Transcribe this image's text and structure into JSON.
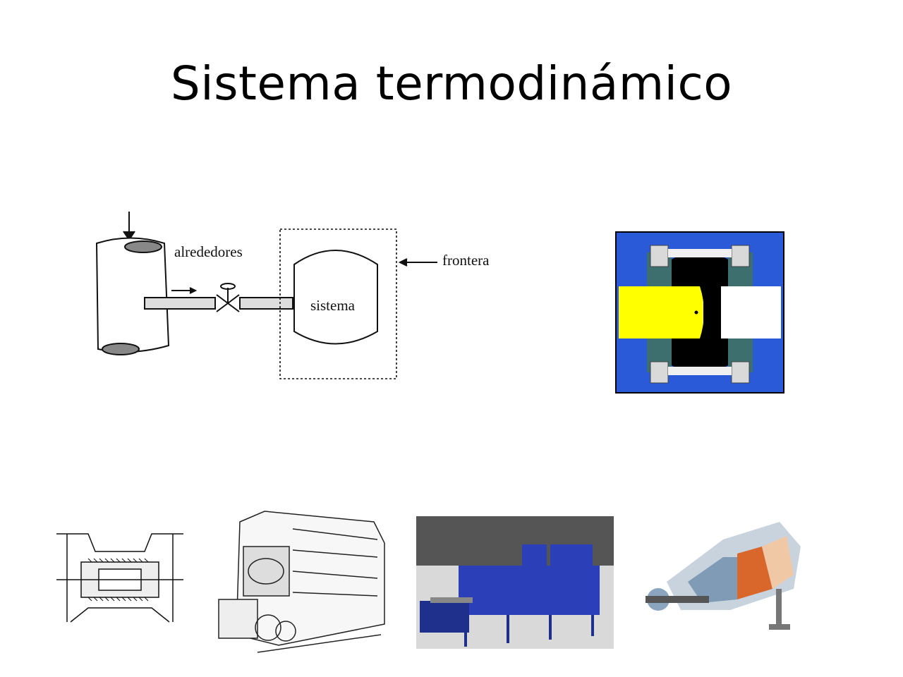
{
  "slide": {
    "title": "Sistema termodinámico"
  },
  "diagram": {
    "label_surroundings": "alrededores",
    "label_system": "sistema",
    "label_boundary": "frontera"
  }
}
